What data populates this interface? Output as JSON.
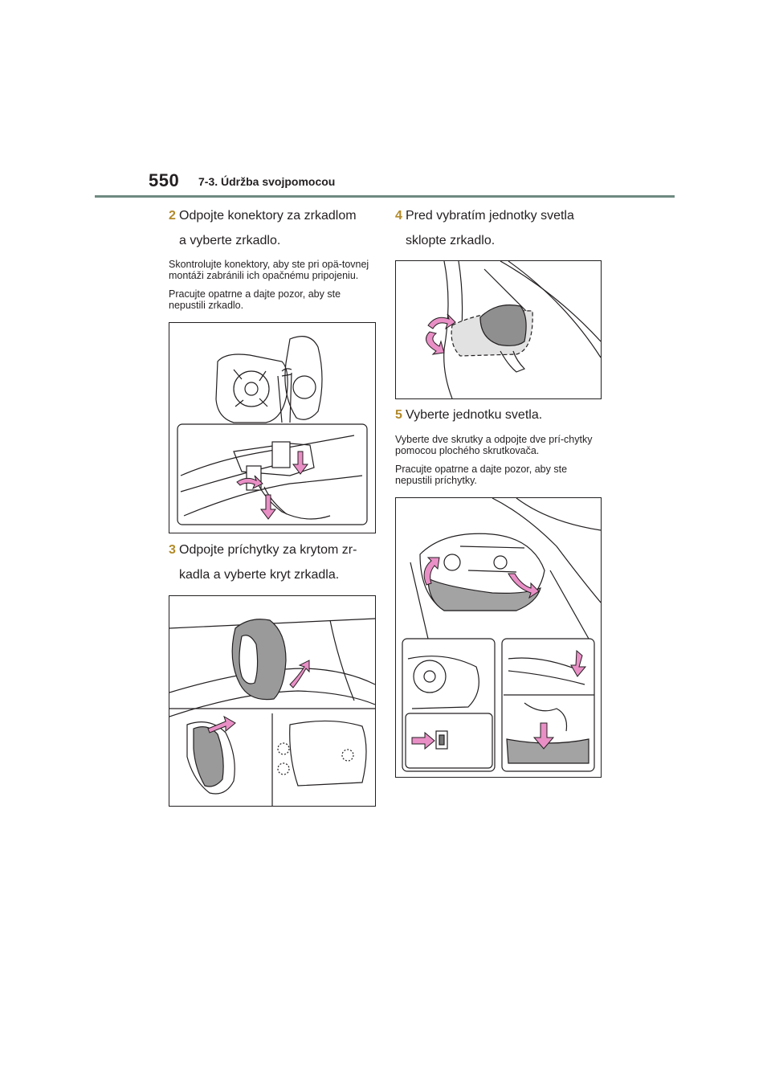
{
  "header": {
    "page_number": "550",
    "section": "7-3. Údržba svojpomocou"
  },
  "left_column": {
    "step2": {
      "number": "2",
      "line1": "Odpojte konektory za zrkadlom",
      "line2": "a vyberte zrkadlo."
    },
    "notes2": [
      "Skontrolujte konektory, aby ste pri opä-tovnej montáži zabránili ich opačnému pripojeniu.",
      "Pracujte opatrne a dajte pozor, aby ste nepustili zrkadlo."
    ],
    "step3": {
      "number": "3",
      "line1": "Odpojte príchytky za krytom zr-",
      "line2": "kadla a vyberte kryt zrkadla."
    }
  },
  "right_column": {
    "step4": {
      "number": "4",
      "line1": "Pred vybratím jednotky svetla",
      "line2": "sklopte zrkadlo."
    },
    "step5": {
      "number": "5",
      "line1": "Vyberte jednotku svetla."
    },
    "notes5": [
      "Vyberte dve skrutky a odpojte dve prí-chytky pomocou plochého skrutkovača.",
      "Pracujte opatrne a dajte pozor, aby ste nepustili príchytky."
    ]
  },
  "colors": {
    "accent_step_number": "#b28a2a",
    "header_rule": "#6e8a80",
    "arrow_pink": "#e98fc6",
    "gray_fill": "#8a8a8a"
  }
}
